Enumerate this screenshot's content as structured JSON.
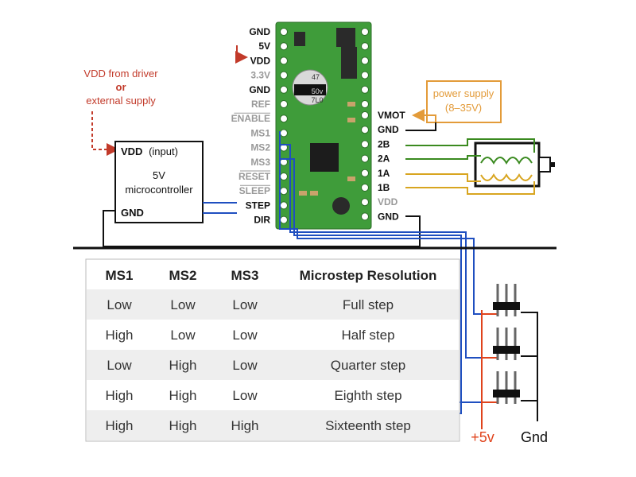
{
  "colors": {
    "accent_red": "#c23a2a",
    "supply_orange": "#e39b39",
    "wire_blue": "#1f4fc0",
    "wire_green": "#3a8a1f",
    "wire_yellow": "#d8a520",
    "board_green": "#3f9c3a",
    "pin_gray": "#999999",
    "pin_black": "#111111",
    "row_shade": "#eeeeee"
  },
  "board": {
    "left_pins": [
      {
        "label": "GND",
        "style": "dark"
      },
      {
        "label": "5V",
        "style": "dark"
      },
      {
        "label": "VDD",
        "style": "dark"
      },
      {
        "label": "3.3V",
        "style": "gray"
      },
      {
        "label": "GND",
        "style": "dark"
      },
      {
        "label": "REF",
        "style": "gray"
      },
      {
        "label": "ENABLE",
        "style": "gray-over"
      },
      {
        "label": "MS1",
        "style": "gray"
      },
      {
        "label": "MS2",
        "style": "gray"
      },
      {
        "label": "MS3",
        "style": "gray"
      },
      {
        "label": "RESET",
        "style": "gray-over"
      },
      {
        "label": "SLEEP",
        "style": "gray-over"
      },
      {
        "label": "STEP",
        "style": "dark"
      },
      {
        "label": "DIR",
        "style": "dark"
      }
    ],
    "right_pins": [
      {
        "label": "VMOT",
        "style": "dark"
      },
      {
        "label": "GND",
        "style": "dark"
      },
      {
        "label": "2B",
        "style": "dark"
      },
      {
        "label": "2A",
        "style": "dark"
      },
      {
        "label": "1A",
        "style": "dark"
      },
      {
        "label": "1B",
        "style": "dark"
      },
      {
        "label": "VDD",
        "style": "gray"
      },
      {
        "label": "GND",
        "style": "dark"
      }
    ],
    "capacitor_text": [
      "47",
      "50v",
      "7L0"
    ]
  },
  "vdd_source": {
    "line1": "VDD from driver",
    "line2": "or",
    "line3": "external supply"
  },
  "power_supply": {
    "line1": "power supply",
    "line2": "(8–35V)"
  },
  "microcontroller": {
    "vdd_label": "VDD",
    "vdd_suffix": "(input)",
    "line1": "5V",
    "line2": "microcontroller",
    "gnd_label": "GND"
  },
  "table": {
    "headers": [
      "MS1",
      "MS2",
      "MS3",
      "Microstep Resolution"
    ],
    "rows": [
      [
        "Low",
        "Low",
        "Low",
        "Full step"
      ],
      [
        "High",
        "Low",
        "Low",
        "Half step"
      ],
      [
        "Low",
        "High",
        "Low",
        "Quarter step"
      ],
      [
        "High",
        "High",
        "Low",
        "Eighth step"
      ],
      [
        "High",
        "High",
        "High",
        "Sixteenth step"
      ]
    ]
  },
  "headers_legend": {
    "plus": "+5v",
    "gnd": "Gnd"
  }
}
